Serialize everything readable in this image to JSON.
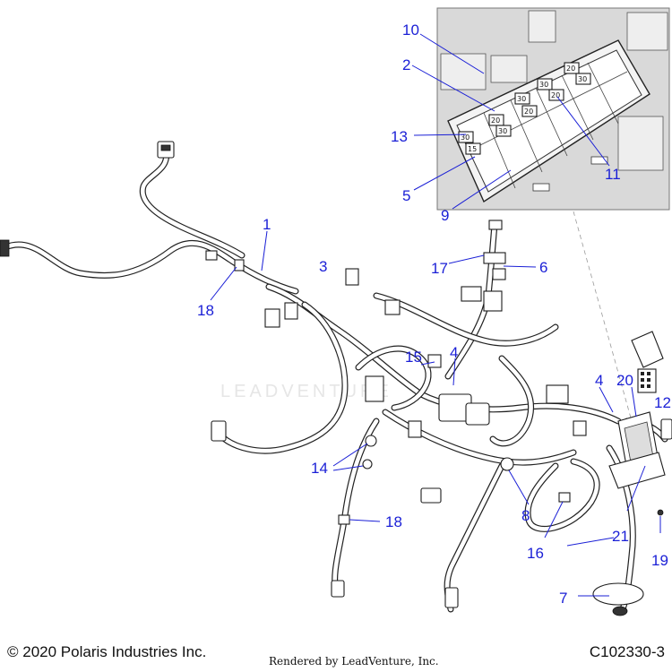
{
  "watermark": "LEADVENTURE",
  "footer": {
    "copyright": "© 2020 Polaris Industries Inc.",
    "rendered_by": "Rendered by LeadVenture, Inc.",
    "drawing_code": "C102330-3"
  },
  "inset": {
    "fuse_labels": [
      "30",
      "20",
      "20",
      "30",
      "30",
      "20",
      "20",
      "30",
      "15",
      "30"
    ]
  },
  "callouts": [
    {
      "id": "callout-1",
      "label": "1"
    },
    {
      "id": "callout-2",
      "label": "2"
    },
    {
      "id": "callout-3",
      "label": "3"
    },
    {
      "id": "callout-4-left",
      "label": "4"
    },
    {
      "id": "callout-4-right",
      "label": "4"
    },
    {
      "id": "callout-5",
      "label": "5"
    },
    {
      "id": "callout-6",
      "label": "6"
    },
    {
      "id": "callout-7",
      "label": "7"
    },
    {
      "id": "callout-8",
      "label": "8"
    },
    {
      "id": "callout-9",
      "label": "9"
    },
    {
      "id": "callout-10",
      "label": "10"
    },
    {
      "id": "callout-11",
      "label": "11"
    },
    {
      "id": "callout-12",
      "label": "12"
    },
    {
      "id": "callout-13",
      "label": "13"
    },
    {
      "id": "callout-14",
      "label": "14"
    },
    {
      "id": "callout-15",
      "label": "15"
    },
    {
      "id": "callout-16",
      "label": "16"
    },
    {
      "id": "callout-17",
      "label": "17"
    },
    {
      "id": "callout-18-left",
      "label": "18"
    },
    {
      "id": "callout-18-bottom",
      "label": "18"
    },
    {
      "id": "callout-19",
      "label": "19"
    },
    {
      "id": "callout-20",
      "label": "20"
    },
    {
      "id": "callout-21",
      "label": "21"
    }
  ]
}
